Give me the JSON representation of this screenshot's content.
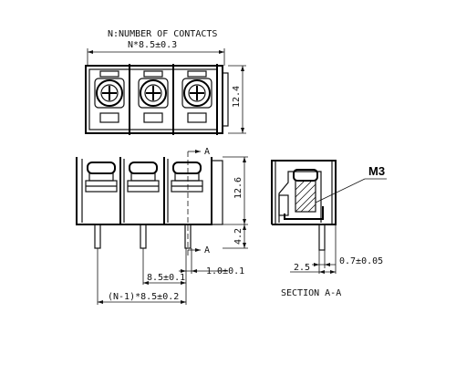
{
  "top_view": {
    "label_contacts": "N:NUMBER OF CONTACTS",
    "label_pitch": "N*8.5±0.3",
    "height_dim": "12.4"
  },
  "front_view": {
    "height_upper": "12.6",
    "height_lower": "4.2",
    "section_mark_top": "A",
    "section_mark_bottom": "A",
    "pitch": "8.5±0.1",
    "pin_width": "1.0±0.1",
    "total_pitch": "(N-1)*8.5±0.2"
  },
  "section_view": {
    "screw_label": "M3",
    "pin_offset": "2.5",
    "pin_thickness": "0.7±0.05",
    "caption": "SECTION A-A"
  }
}
